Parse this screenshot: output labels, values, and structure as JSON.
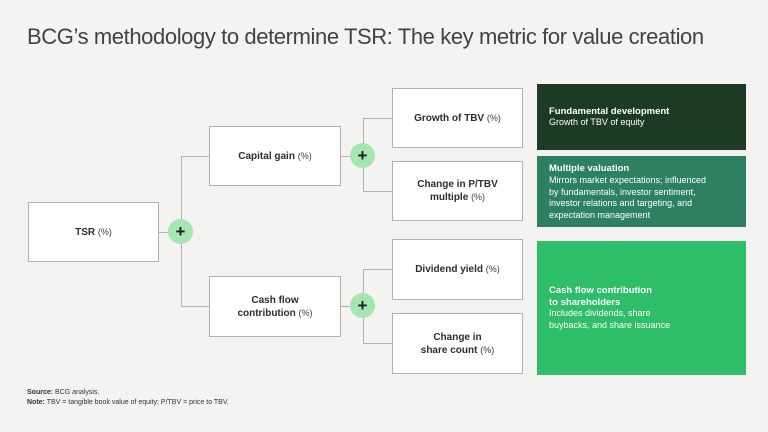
{
  "title": "BCG’s methodology to determine TSR: The key metric for value creation",
  "plus_symbol": "+",
  "nodes": {
    "tsr": {
      "line1": "TSR",
      "suffix": "(%)"
    },
    "capital_gain": {
      "line1": "Capital gain",
      "suffix": "(%)"
    },
    "cash_flow": {
      "line1": "Cash flow",
      "line2": "contribution",
      "suffix": "(%)"
    },
    "growth_tbv": {
      "line1": "Growth of TBV",
      "suffix": "(%)"
    },
    "change_ptbv": {
      "line1": "Change in P/TBV",
      "line2": "multiple",
      "suffix": "(%)"
    },
    "dividend_yield": {
      "line1": "Dividend yield",
      "suffix": "(%)"
    },
    "change_share_count": {
      "line1": "Change in",
      "line2": "share count",
      "suffix": "(%)"
    }
  },
  "panels": [
    {
      "title": "Fundamental development",
      "body": "Growth of TBV of equity",
      "color": "#1d3b24"
    },
    {
      "title": "Multiple valuation",
      "body": "Mirrors market expectations; influenced\nby fundamentals, investor sentiment,\ninvestor relations and targeting, and\nexpectation management",
      "color": "#2d8161"
    },
    {
      "title": "Cash flow contribution\nto shareholders",
      "body": "Includes dividends, share\nbuybacks, and share issuance",
      "color": "#2ebd68"
    }
  ],
  "footer": {
    "source_label": "Source:",
    "source_text": " BCG analysis.",
    "note_label": "Note:",
    "note_text": " TBV = tangible book value of equity; P/TBV = price to TBV."
  },
  "colors": {
    "background": "#f4f3f1",
    "node_border": "#b2b1ae",
    "node_text": "#2d2d2b",
    "connector": "#b3b2af",
    "plus_circle_fill": "#a5e6b3",
    "plus_glyph": "#20201f",
    "panel_dark_green": "#1d3b24",
    "panel_sea_green": "#2d8161",
    "panel_bright_green": "#2ebd68",
    "panel_text": "#ffffff",
    "title_text": "#42423f"
  }
}
